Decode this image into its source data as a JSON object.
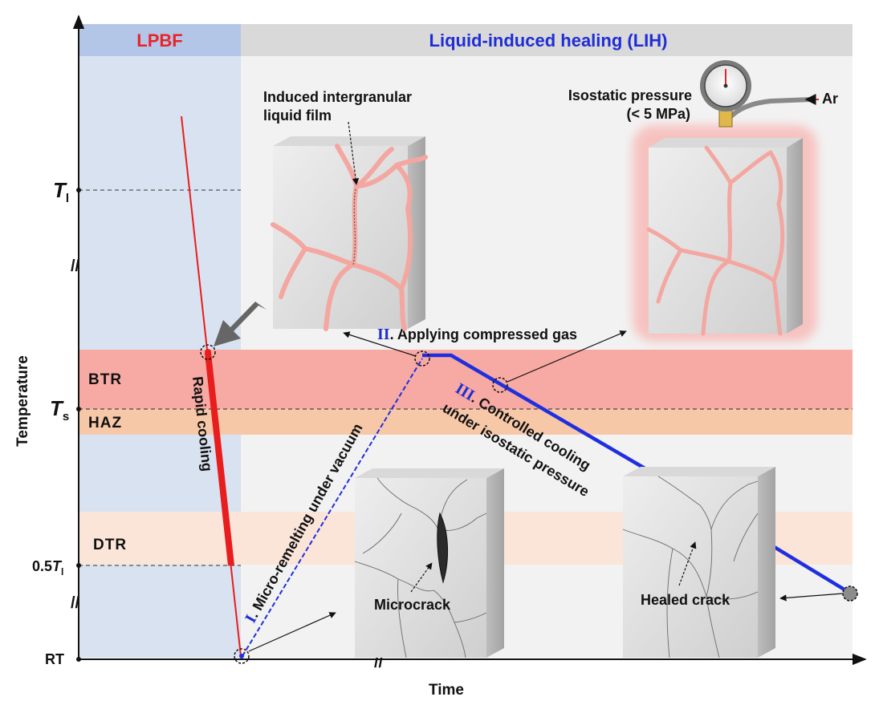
{
  "header": {
    "lpbf": "LPBF",
    "lih": "Liquid-induced healing (LIH)"
  },
  "axes": {
    "ylabel": "Temperature",
    "xlabel": "Time",
    "tl_main": "T",
    "tl_sub": "l",
    "ts_main": "T",
    "ts_sub": "s",
    "half_prefix": "0.5",
    "half_main": "T",
    "half_sub": "l",
    "rt": "RT",
    "break_mark": "//"
  },
  "zones": {
    "btr": "BTR",
    "haz": "HAZ",
    "dtr": "DTR"
  },
  "labels": {
    "rapid_cooling": "Rapid cooling",
    "step1_numeral": "I",
    "step1_text": ". Micro-remelting under vacuum",
    "step2_numeral": "II",
    "step2_text": ". Applying compressed gas",
    "step3_numeral": "III",
    "step3_text_a": ". Controlled cooling",
    "step3_text_b": "under isostatic pressure",
    "liquid_film_a": "Induced intergranular",
    "liquid_film_b": "liquid film",
    "pressure_a": "Isostatic pressure",
    "pressure_b": "(< 5 MPa)",
    "argon": "Ar",
    "microcrack": "Microcrack",
    "healed": "Healed crack"
  },
  "colors": {
    "lpbf_panel": "#d9e2f1",
    "lpbf_header": "#b4c6e7",
    "lih_panel": "#f2f2f2",
    "lih_header": "#d9d9d9",
    "btr_band": "#f7aaa3",
    "haz_band": "#f7c8a8",
    "dtr_band": "#fbe5d9",
    "lpbf_text": "#e8242a",
    "lih_text": "#1f2dd6",
    "cooling_line": "#e81d1d",
    "lih_line": "#1f2fe0"
  }
}
